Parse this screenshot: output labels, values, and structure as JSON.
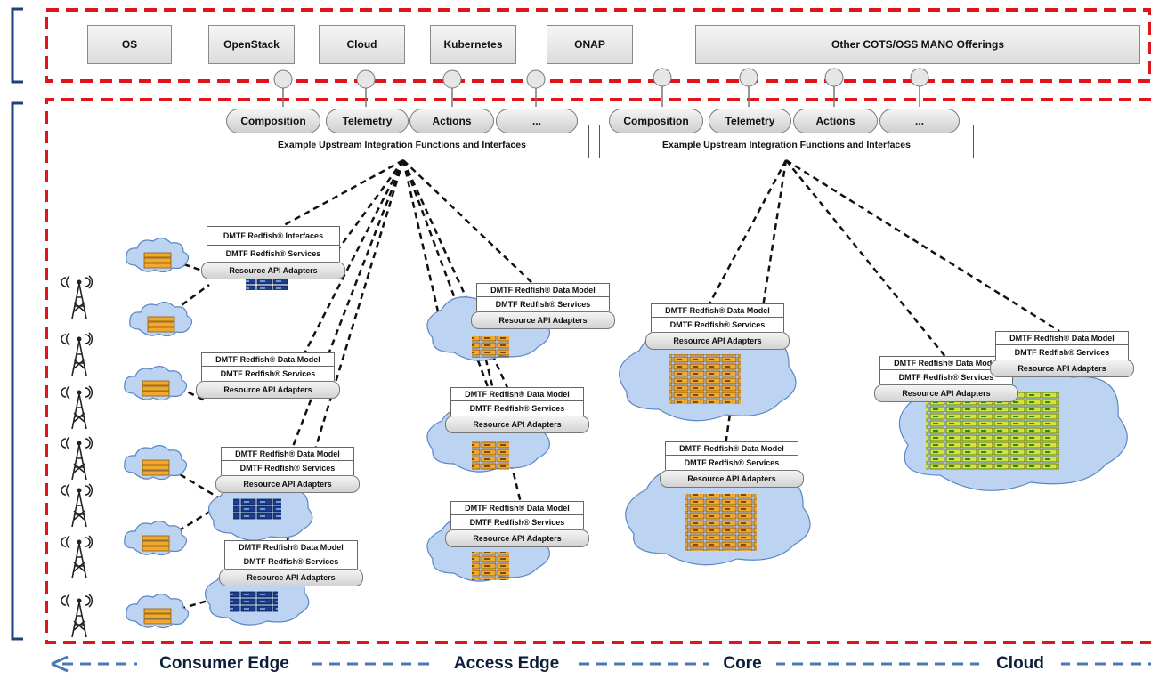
{
  "top_offerings": [
    "OS",
    "OpenStack",
    "Cloud",
    "Kubernetes",
    "ONAP",
    "Other COTS/OSS MANO Offerings"
  ],
  "function_groups": [
    {
      "pills": [
        "Composition",
        "Telemetry",
        "Actions",
        "..."
      ],
      "label": "Example Upstream Integration Functions and Interfaces"
    },
    {
      "pills": [
        "Composition",
        "Telemetry",
        "Actions",
        "..."
      ],
      "label": "Example Upstream Integration Functions and Interfaces"
    }
  ],
  "stacks": {
    "interfaces_stack": [
      "DMTF  Redfish® Interfaces",
      "DMTF  Redfish® Services",
      "Resource API Adapters"
    ],
    "data_model_stack": [
      "DMTF  Redfish® Data Model",
      "DMTF  Redfish® Services",
      "Resource API Adapters"
    ]
  },
  "edges": [
    "Consumer Edge",
    "Access Edge",
    "Core",
    "Cloud"
  ],
  "colors": {
    "boundary": "#e0141b",
    "bracket": "#1e3f78",
    "arrow": "#4a7ab5",
    "cloud": "#bcd3f2",
    "server": "#f0a830",
    "server_core": "#e8c040",
    "cloud_green": "#c8dc3c"
  },
  "icons": [
    "cell-tower-icon",
    "cloud-icon",
    "server-rack-icon"
  ]
}
